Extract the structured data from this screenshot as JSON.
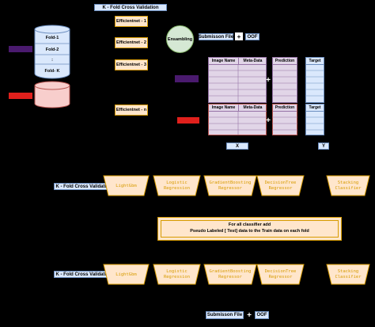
{
  "top": {
    "kfold_label": "K - Fold Cross Validation",
    "folds": [
      "Fold-1",
      "Fold-2",
      ":",
      "Fold- K"
    ],
    "efficientnets": [
      "Efficientnet - 1",
      "Efficientnet - 2",
      "Efficientnet - 3",
      "Efficientnet - n"
    ],
    "ensembling": "Ensambling",
    "submission_file": "Submisson File",
    "plus": "+",
    "oof": "OOF",
    "table_headers": [
      "Image Name",
      "Meta-Data"
    ],
    "prediction": "Prediction",
    "target": "Target",
    "x_label": "X",
    "y_label": "Y"
  },
  "bottom": {
    "kfold_label_1": "K - Fold Cross Validation",
    "kfold_label_2": "K - Fold Cross Validation",
    "row1": [
      "LightGbm",
      "Logistic\nRegression",
      "GradientBoosting\nRegressor",
      "DecisionTree\nRegressor"
    ],
    "row2": [
      "LightGbm",
      "Logistic\nRegression",
      "GradientBoosting\nRegressor",
      "DecisionTree\nRegressor"
    ],
    "stacking_1": "Stacking\nClassifier",
    "stacking_2": "Stacking\nClassifier",
    "note_line1": "For all classifier add",
    "note_line2": "Pseudo Labeled [ Test] data to the Train data on each fold",
    "submission_file": "Submisson File",
    "plus": "+",
    "oof": "OOF"
  },
  "colors": {
    "blue_fill": "#dae8fc",
    "blue_stroke": "#6c8ebf",
    "orange_fill": "#ffe6cc",
    "orange_stroke": "#d79b00",
    "purple_fill": "#e1d5e7",
    "purple_stroke": "#9673a6",
    "red_fill": "#f8cecc",
    "red_stroke": "#b85450",
    "green_fill": "#d5e8d4",
    "green_stroke": "#82b366",
    "legend_purple": "#4a1a6e",
    "legend_red": "#e0201c"
  }
}
